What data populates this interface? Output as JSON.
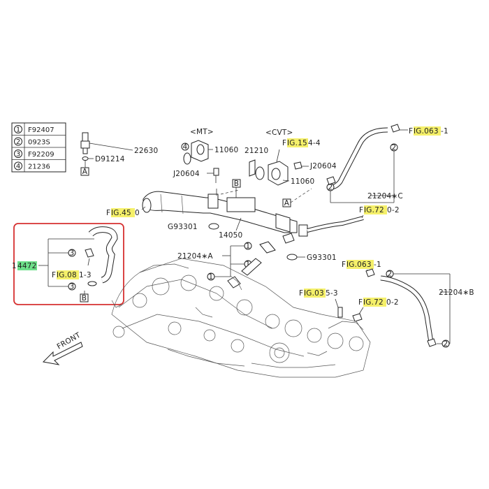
{
  "legend": [
    {
      "num": "1",
      "code": "F92407"
    },
    {
      "num": "2",
      "code": "0923S"
    },
    {
      "num": "3",
      "code": "F92209"
    },
    {
      "num": "4",
      "code": "21236"
    }
  ],
  "labels": {
    "mt": "<MT>",
    "cvt": "<CVT>",
    "p22630": "22630",
    "d91214": "D91214",
    "p11060_mt": "11060",
    "p21210": "21210",
    "j20604_left": "J20604",
    "j20604_right": "J20604",
    "p11060_cvt": "11060",
    "fig154_hl": "IG.15",
    "fig154_pre": "F",
    "fig154_post": "4-4",
    "fig063a_pre": "F",
    "fig063a_hl": "IG.063",
    "fig063a_post": "-1",
    "p21204c": "21204∗C",
    "fig450_pre": "F",
    "fig450_hl": "IG.45",
    "fig450_post": "0",
    "fig720a_pre": "F",
    "fig720a_hl": "IG.72",
    "fig720a_post": "0-2",
    "g93301_left": "G93301",
    "p14050": "14050",
    "p21204a": "21204∗A",
    "g93301_right": "G93301",
    "p14472_hl": "4472",
    "p14472_pre": "1",
    "fig081_pre": "F",
    "fig081_hl": "IG.08",
    "fig081_post": "1-3",
    "fig063b_pre": "F",
    "fig063b_hl": "IG.063",
    "fig063b_post": "-1",
    "p21204b": "21204∗B",
    "fig035_pre": "F",
    "fig035_hl": "IG.03",
    "fig035_post": "5-3",
    "fig720b_pre": "F",
    "fig720b_hl": "IG.72",
    "fig720b_post": "0-2",
    "front": "FRONT",
    "box_a": "A",
    "box_b": "B",
    "c1": "1",
    "c2": "2",
    "c3": "3",
    "c4": "4"
  },
  "colors": {
    "highlight_yellow": "#f5f06a",
    "highlight_green": "#6ee08a",
    "callout_red": "#d63030"
  }
}
